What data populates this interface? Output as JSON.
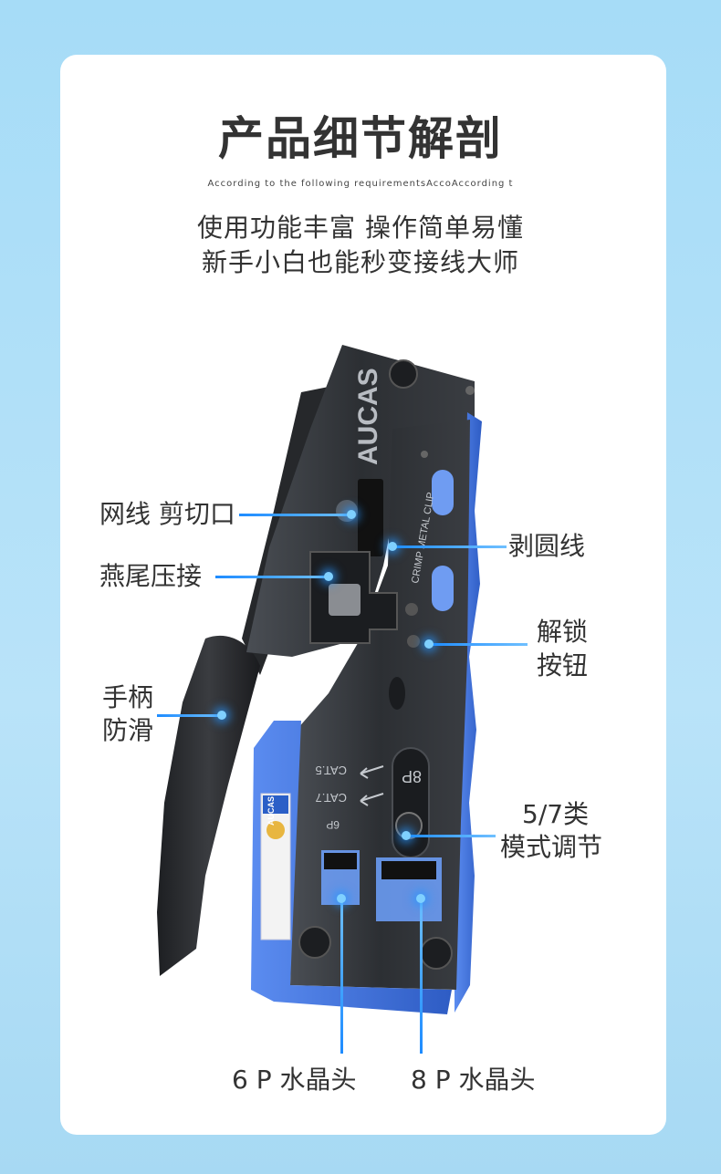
{
  "header": {
    "title": "产品细节解剖",
    "subtitle_en": "According to the following requirementsAccoAccording t",
    "slogan_line1": "使用功能丰富 操作简单易懂",
    "slogan_line2": "新手小白也能秒变接线大师"
  },
  "tool": {
    "brand": "AUCAS",
    "engraving_crimp": "CRIMP METAL CLIP",
    "engraving_cat5": "CAT.5",
    "engraving_cat7": "CAT.7",
    "engraving_6p": "6P",
    "engraving_8p": "8P",
    "side_label_brand": "AUCAS"
  },
  "callouts": {
    "cable_cutter": "网线 剪切口",
    "dovetail_crimp": "燕尾压接",
    "handle_anti_slip_1": "手柄",
    "handle_anti_slip_2": "防滑",
    "strip_round_cable": "剥圆线",
    "unlock_button_1": "解锁",
    "unlock_button_2": "按钮",
    "mode_adjust_1": "5/7类",
    "mode_adjust_2": "模式调节",
    "plug_6p": "6 P 水晶头",
    "plug_8p": "8 P 水晶头"
  },
  "colors": {
    "accent_blue": "#1e8cff",
    "tool_body": "#2f3236",
    "tool_blue": "#3d6fd6"
  }
}
